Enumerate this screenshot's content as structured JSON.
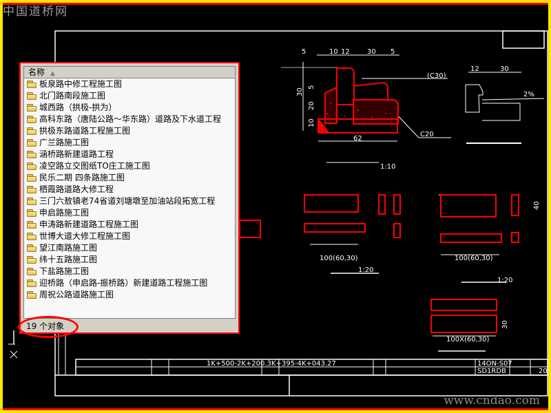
{
  "watermark": {
    "logo": "中国道桥网",
    "url": "www.cndao.com"
  },
  "explorer": {
    "column_header": "名称",
    "items": [
      "板泉路中修工程施工图",
      "北门路南段施工图",
      "城西路（拱极-拱为）",
      "高科东路（唐陆公路～华东路）道路及下水道工程",
      "拱极东路道路工程施工图",
      "广兰路施工图",
      "涵桥路新建道路工程",
      "凌空路立交图纸TO庄工施工图",
      "民乐二期 四条路施工图",
      "栖霞路道路大修工程",
      "三门六敖镇老74省道刘塘墩至加油站段拓宽工程",
      "申启路施工图",
      "申涛路新建道路工程施工图",
      "世博大道大修工程施工图",
      "望江南路施工图",
      "纬十五路施工图",
      "下盐路施工图",
      "迎桥路（申启路-振桥路）新建道路工程施工图",
      "周祝公路道路施工图"
    ],
    "status": "19 个对象"
  },
  "drawing": {
    "dims_top": [
      "5",
      "10",
      "12",
      "30",
      "5"
    ],
    "dims_left": [
      "30",
      "5",
      "20",
      "10"
    ],
    "dim_base": "62",
    "concrete_top": "(C30)",
    "concrete_base": "C20",
    "scale_1": "1:10",
    "scale_2": "1:20",
    "scale_3": "1:20",
    "dims_right": [
      "12",
      "30"
    ],
    "slope": "2%",
    "len_1": "100(60,30)",
    "len_2": "100(60,30)",
    "len_3": "100X(60,30)",
    "h_40": "40",
    "h_30": "30",
    "title_stake": "1K+500-2K+200.3K+395-4K+043.27",
    "drawing_no": "14ON-S07",
    "code": "SD1RDB",
    "year": "20"
  }
}
